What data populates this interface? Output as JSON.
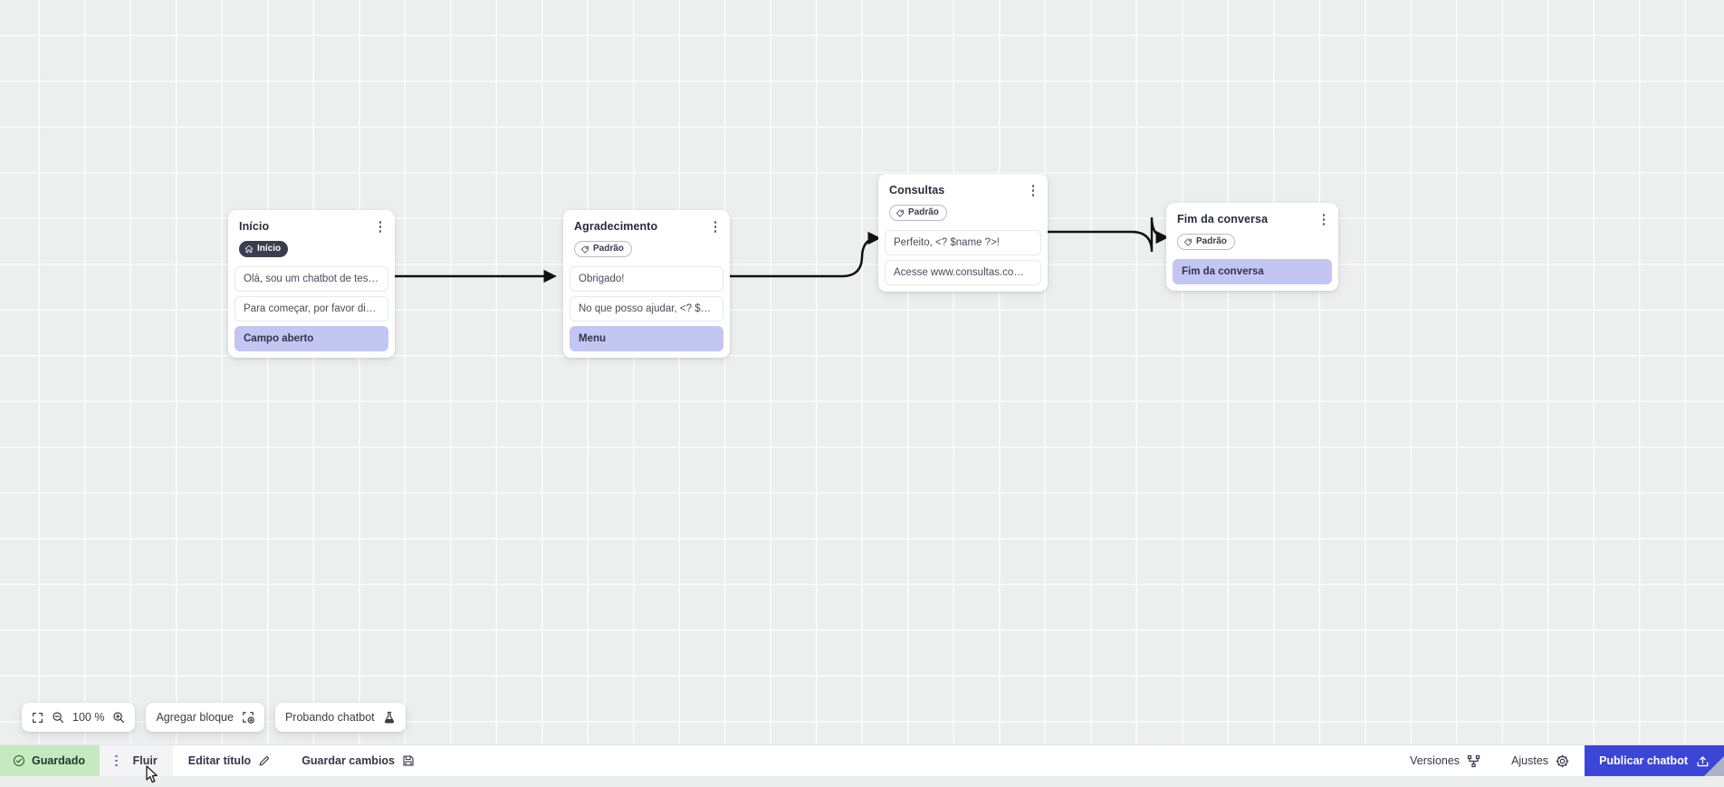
{
  "canvas": {
    "zoom_label": "100 %",
    "nodes": [
      {
        "id": "inicio",
        "title": "Início",
        "badge": {
          "label": "Início",
          "icon": "home-icon",
          "style": "dark"
        },
        "rows": [
          {
            "text": "Olá, sou um chatbot de teste!",
            "accent": false
          },
          {
            "text": "Para começar, por favor digite o ...",
            "accent": false
          },
          {
            "text": "Campo aberto",
            "accent": true
          }
        ]
      },
      {
        "id": "agradecimento",
        "title": "Agradecimento",
        "badge": {
          "label": "Padrão",
          "icon": "tag-icon",
          "style": "outline"
        },
        "rows": [
          {
            "text": "Obrigado!",
            "accent": false
          },
          {
            "text": "No que posso ajudar, <? $name ...",
            "accent": false
          },
          {
            "text": "Menu",
            "accent": true
          }
        ]
      },
      {
        "id": "consultas",
        "title": "Consultas",
        "badge": {
          "label": "Padrão",
          "icon": "tag-icon",
          "style": "outline"
        },
        "rows": [
          {
            "text": "Perfeito, <? $name ?>!",
            "accent": false
          },
          {
            "text": "Acesse www.consultas.com par...",
            "accent": false
          }
        ]
      },
      {
        "id": "fim",
        "title": "Fim da conversa",
        "badge": {
          "label": "Padrão",
          "icon": "tag-icon",
          "style": "outline"
        },
        "rows": [
          {
            "text": "Fim da conversa",
            "accent": true
          }
        ]
      }
    ]
  },
  "toolbar": {
    "fit_icon": "fit-screen-icon",
    "zoom_out_icon": "zoom-out-icon",
    "zoom_in_icon": "zoom-in-icon",
    "zoom_label": "100 %",
    "add_block_label": "Agregar bloque",
    "add_block_icon": "add-block-icon",
    "test_chatbot_label": "Probando chatbot",
    "test_chatbot_icon": "flask-icon"
  },
  "statusbar": {
    "saved_label": "Guardado",
    "saved_icon": "check-circle-icon",
    "flow_label": "Fluir",
    "edit_title_label": "Editar título",
    "edit_title_icon": "pencil-icon",
    "save_changes_label": "Guardar cambios",
    "save_changes_icon": "floppy-icon",
    "versions_label": "Versiones",
    "versions_icon": "branch-icon",
    "settings_label": "Ajustes",
    "settings_icon": "gear-icon",
    "publish_label": "Publicar chatbot",
    "publish_icon": "upload-icon"
  },
  "colors": {
    "accent_row": "#c3c6f2",
    "saved_green": "#c6e9c1",
    "publish_blue": "#3b45d6",
    "badge_dark": "#3b3c4e"
  }
}
